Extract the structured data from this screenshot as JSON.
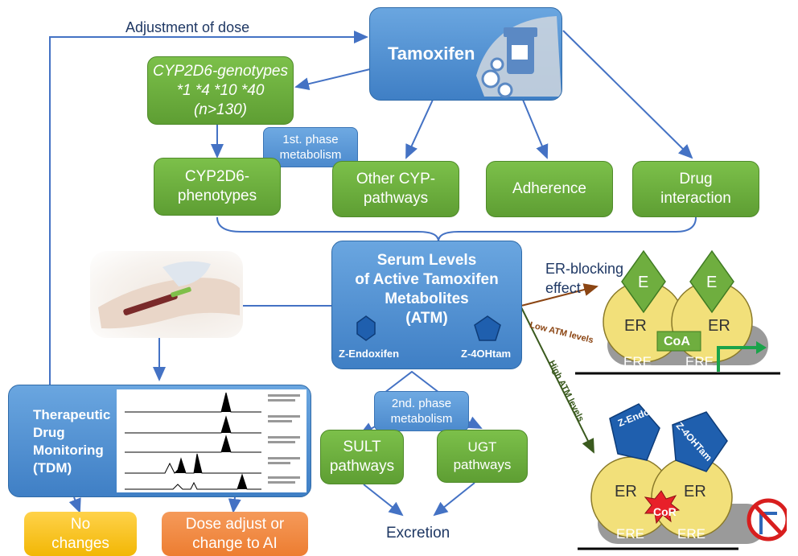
{
  "nodes": {
    "tamoxifen": "Tamoxifen",
    "adjustment_of_dose": "Adjustment of dose",
    "cyp2d6_genotypes": [
      "CYP2D6-genotypes",
      "*1 *4 *10 *40",
      "(n>130)"
    ],
    "first_phase": [
      "1st. phase",
      "metabolism"
    ],
    "cyp2d6_phenotypes": [
      "CYP2D6-",
      "phenotypes"
    ],
    "other_cyp": [
      "Other CYP-",
      "pathways"
    ],
    "adherence": "Adherence",
    "drug_interaction": [
      "Drug",
      "interaction"
    ],
    "serum_levels": [
      "Serum Levels",
      "of Active Tamoxifen",
      "Metabolites",
      "(ATM)"
    ],
    "z_endoxifen": "Z-Endoxifen",
    "z_4ohtam": "Z-4OHtam",
    "er_blocking": [
      "ER-blocking",
      "effect"
    ],
    "low_atm": "Low ATM levels",
    "high_atm": "High ATM levels",
    "tdm": [
      "Therapeutic",
      "Drug",
      "Monitoring",
      "(TDM)"
    ],
    "second_phase": [
      "2nd. phase",
      "metabolism"
    ],
    "sult": [
      "SULT",
      "pathways"
    ],
    "ugt": [
      "UGT",
      "pathways"
    ],
    "excretion": "Excretion",
    "no_changes": [
      "No",
      "changes"
    ],
    "dose_adjust": [
      "Dose adjust or",
      "change to AI"
    ]
  },
  "receptor_top": {
    "E": "E",
    "ER": "ER",
    "CoA": "CoA",
    "ERE": "ERE"
  },
  "receptor_bottom": {
    "z_endox": "Z-Endox",
    "z_4ohtam": "Z-4OHTam",
    "ER": "ER",
    "CoR": "CoR",
    "ERE": "ERE"
  },
  "colors": {
    "green": "#5e9e33",
    "blue": "#3f7fc5",
    "arrow": "#4472c4",
    "low_arrow": "#8b4513",
    "high_arrow": "#3a5a1e",
    "yellow_box": "#f2b705",
    "orange_box": "#ed7d31"
  }
}
